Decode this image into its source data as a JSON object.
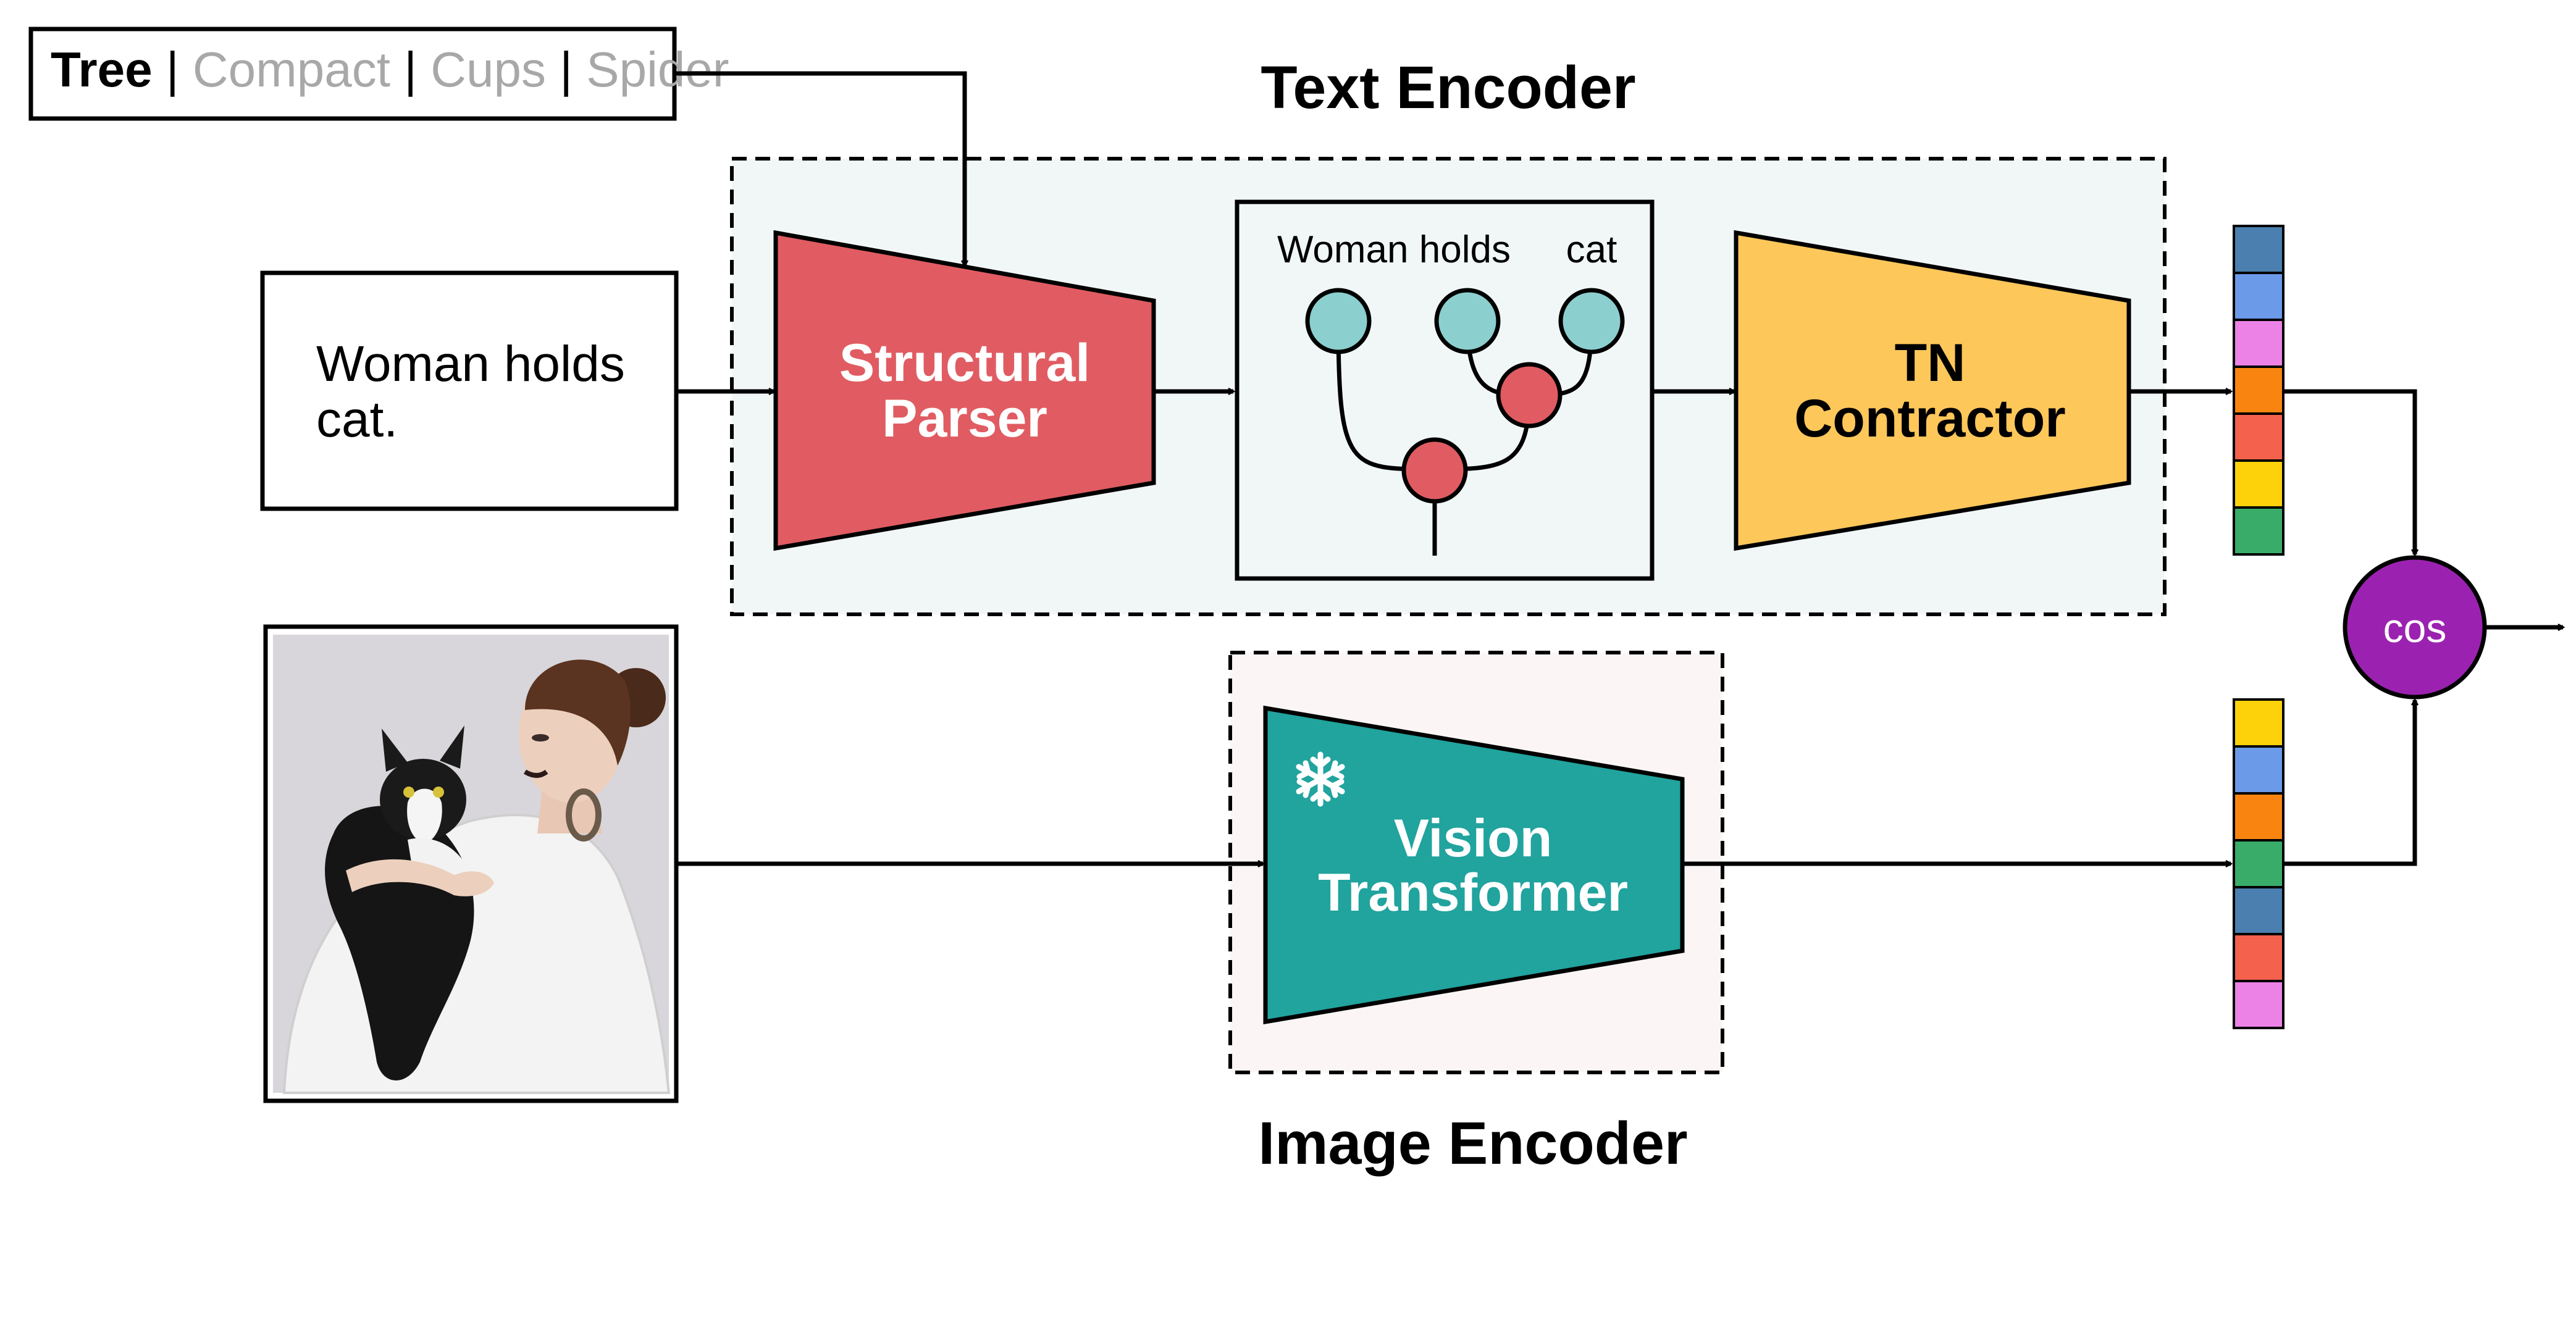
{
  "diagram": {
    "mode_selector": {
      "options": [
        "Tree",
        "Compact",
        "Cups",
        "Spider"
      ],
      "selected": "Tree",
      "separator": "|",
      "selected_color": "#000000",
      "unselected_color": "#a8a8a8"
    },
    "input_text": {
      "line1": "Woman holds",
      "line2": "cat."
    },
    "input_image": {
      "icon": "woman-holding-cat-photo"
    },
    "text_encoder": {
      "title": "Text Encoder",
      "background": "#f1f7f7",
      "parser": {
        "line1": "Structural",
        "line2": "Parser",
        "color": "#e05c62"
      },
      "parse_tree": {
        "word_left": "Woman holds",
        "word_right": "cat",
        "leaf_color": "#8ccfcf",
        "node_color": "#e05c62"
      },
      "contractor": {
        "line1": "TN",
        "line2": "Contractor",
        "color": "#fdc75a"
      }
    },
    "image_encoder": {
      "title": "Image Encoder",
      "background": "#fbf5f5",
      "transformer": {
        "line1": "Vision",
        "line2": "Transformer",
        "color": "#21a39e"
      },
      "frozen_icon": "snowflake-icon"
    },
    "text_embedding_colors": [
      "#4a7fb0",
      "#6b9ae8",
      "#ec82e6",
      "#f98510",
      "#f4614c",
      "#fdd20a",
      "#39ac6a"
    ],
    "image_embedding_colors": [
      "#fdd20a",
      "#6b9ae8",
      "#f98510",
      "#39ac6a",
      "#4a7fb0",
      "#f4614c",
      "#ec82e6"
    ],
    "similarity": {
      "label": "cos",
      "color": "#9b22b0"
    }
  }
}
